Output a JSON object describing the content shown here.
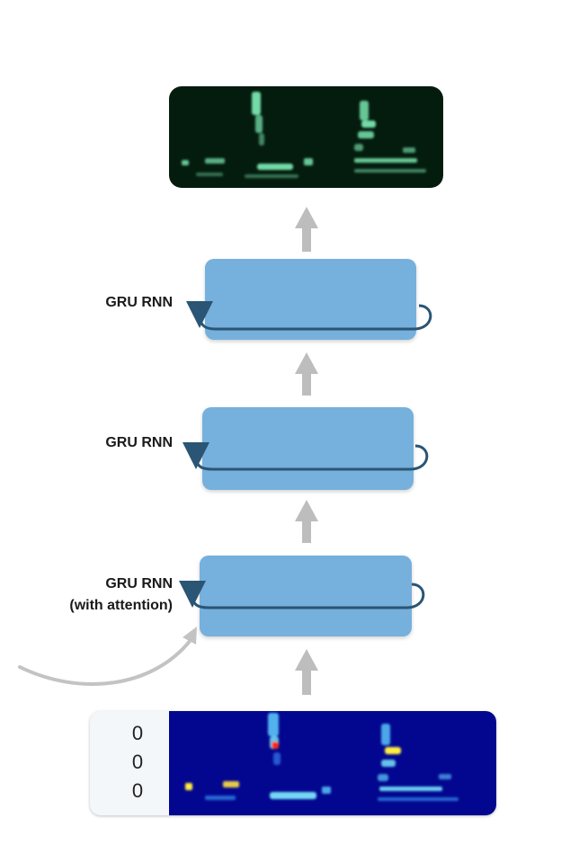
{
  "layers": [
    {
      "label": "GRU RNN",
      "sublabel": ""
    },
    {
      "label": "GRU RNN",
      "sublabel": ""
    },
    {
      "label": "GRU RNN",
      "sublabel": "(with attention)"
    }
  ],
  "input_frame": {
    "values": [
      "0",
      "0",
      "0"
    ]
  },
  "colors": {
    "block": "#76b0dd",
    "loop": "#2a5574",
    "arrow": "#bdbdbd",
    "output_bg": "#041c0e",
    "input_bg": "#03078f"
  }
}
